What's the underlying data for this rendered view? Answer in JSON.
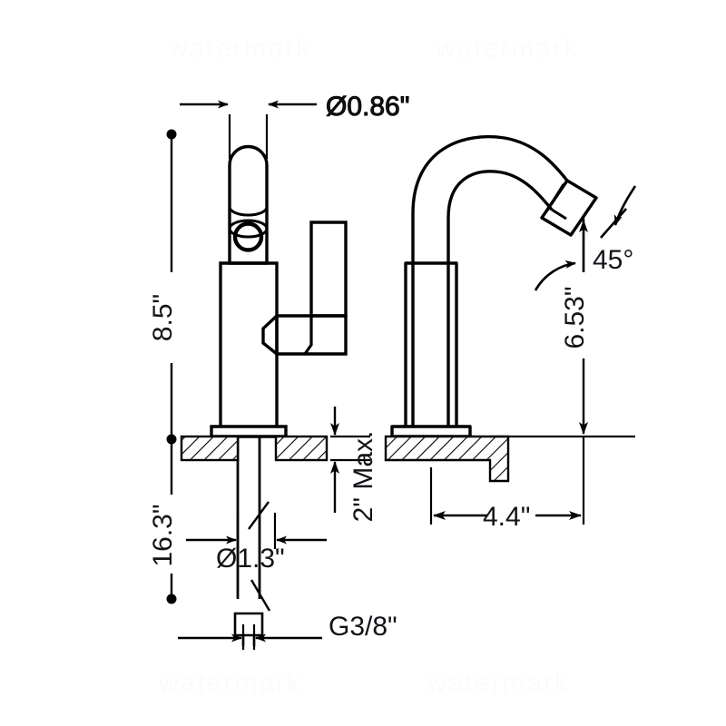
{
  "drawing": {
    "title": "Bidet Faucet Dimensional Drawing",
    "background_color": "#ffffff",
    "line_color": "#000000",
    "text_color": "#111418",
    "watermark_color": "#fbfbfc",
    "dimensions": {
      "spout_diameter": "Ø0.86\"",
      "overall_height": "8.5\"",
      "total_length": "16.3\"",
      "deck_thickness_max": "2\" Max.",
      "shank_diameter": "Ø1.3\"",
      "thread_size": "G3/8\"",
      "spout_height": "6.53\"",
      "spout_reach": "4.4\"",
      "outlet_angle": "45°"
    },
    "watermarks": {
      "top_left": "watermark",
      "top_right": "watermark",
      "bottom_left": "watermark",
      "bottom_right": "watermark"
    },
    "views": {
      "left_view_name": "front-elevation-with-lever-handle",
      "right_view_name": "side-elevation-gooseneck-spout"
    }
  }
}
